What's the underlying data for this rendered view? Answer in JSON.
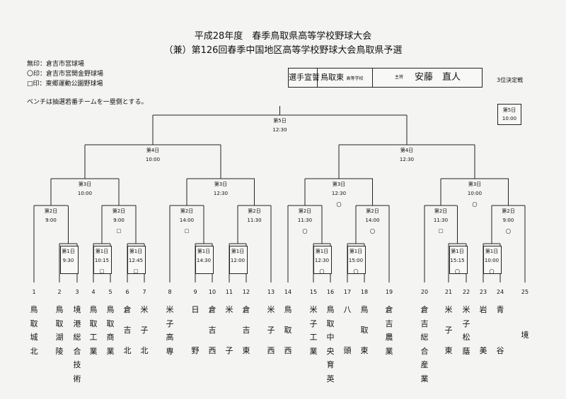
{
  "title": {
    "line1": "平成28年度　春季鳥取県高等学校野球大会",
    "line2": "（兼）第126回春季中国地区高等学校野球大会鳥取県予選"
  },
  "legend": [
    "無印：倉吉市営球場",
    "〇印：倉吉市営関金野球場",
    "□印：東郷運動公園野球場"
  ],
  "bench_note": "ベンチは抽選若番チームを一塁側とする。",
  "oath": {
    "label": "選手宣誓",
    "school": "鳥取東",
    "school_suffix": "高等学校",
    "role": "主将",
    "name": "安藤　直人"
  },
  "third_place": {
    "label": "3位決定戦",
    "day": "第5日",
    "time": "10:00"
  },
  "games": {
    "final": {
      "day": "第5日",
      "time": "12:30"
    },
    "semi_left": {
      "day": "第4日",
      "time": "10:00"
    },
    "semi_right": {
      "day": "第4日",
      "time": "12:30"
    },
    "qf1": {
      "day": "第3日",
      "time": "10:00"
    },
    "qf2": {
      "day": "第3日",
      "time": "12:30"
    },
    "qf3": {
      "day": "第3日",
      "time": "12:30",
      "mark": "〇"
    },
    "qf4": {
      "day": "第3日",
      "time": "10:00",
      "mark": "〇"
    },
    "r2_1": {
      "day": "第2日",
      "time": "9:00"
    },
    "r2_2": {
      "day": "第2日",
      "time": "9:00",
      "mark": "□"
    },
    "r2_3": {
      "day": "第2日",
      "time": "14:00",
      "mark": "□"
    },
    "r2_4": {
      "day": "第2日",
      "time": "11:30"
    },
    "r2_5": {
      "day": "第2日",
      "time": "11:30",
      "mark": "〇"
    },
    "r2_6": {
      "day": "第2日",
      "time": "14:00",
      "mark": "〇"
    },
    "r2_7": {
      "day": "第2日",
      "time": "11:30",
      "mark": "□"
    },
    "r2_8": {
      "day": "第2日",
      "time": "9:00",
      "mark": "〇"
    },
    "r1_1": {
      "day": "第1日",
      "time": "9:30"
    },
    "r1_2": {
      "day": "第1日",
      "time": "10:15",
      "mark": "□"
    },
    "r1_3": {
      "day": "第1日",
      "time": "12:45",
      "mark": "□"
    },
    "r1_4": {
      "day": "第1日",
      "time": "14:30"
    },
    "r1_5": {
      "day": "第1日",
      "time": "12:00"
    },
    "r1_6": {
      "day": "第1日",
      "time": "12:30",
      "mark": "〇"
    },
    "r1_7": {
      "day": "第1日",
      "time": "15:00",
      "mark": "〇"
    },
    "r1_8": {
      "day": "第1日",
      "time": "15:15",
      "mark": "〇"
    },
    "r1_9": {
      "day": "第1日",
      "time": "10:00",
      "mark": "〇"
    }
  },
  "teams": [
    {
      "num": "1",
      "name": "鳥取城北"
    },
    {
      "num": "2",
      "name": "鳥取湖陵"
    },
    {
      "num": "3",
      "name": "境港総合技術"
    },
    {
      "num": "4",
      "name": "鳥取工業"
    },
    {
      "num": "5",
      "name": "鳥取商業"
    },
    {
      "num": "6",
      "name": "倉吉北"
    },
    {
      "num": "7",
      "name": "米子北"
    },
    {
      "num": "8",
      "name": "米子高専"
    },
    {
      "num": "9",
      "name": "日野"
    },
    {
      "num": "10",
      "name": "倉吉西"
    },
    {
      "num": "11",
      "name": "米子"
    },
    {
      "num": "12",
      "name": "倉吉東"
    },
    {
      "num": "13",
      "name": "米子西"
    },
    {
      "num": "14",
      "name": "鳥取西"
    },
    {
      "num": "15",
      "name": "米子工業"
    },
    {
      "num": "16",
      "name": "鳥取中央育英"
    },
    {
      "num": "17",
      "name": "八頭"
    },
    {
      "num": "18",
      "name": "鳥取東"
    },
    {
      "num": "19",
      "name": "倉吉農業"
    },
    {
      "num": "20",
      "name": "倉吉総合産業"
    },
    {
      "num": "21",
      "name": "米子東"
    },
    {
      "num": "22",
      "name": "米子松蔭"
    },
    {
      "num": "23",
      "name": "岩美"
    },
    {
      "num": "24",
      "name": "青谷"
    },
    {
      "num": "25",
      "name": "境"
    }
  ]
}
